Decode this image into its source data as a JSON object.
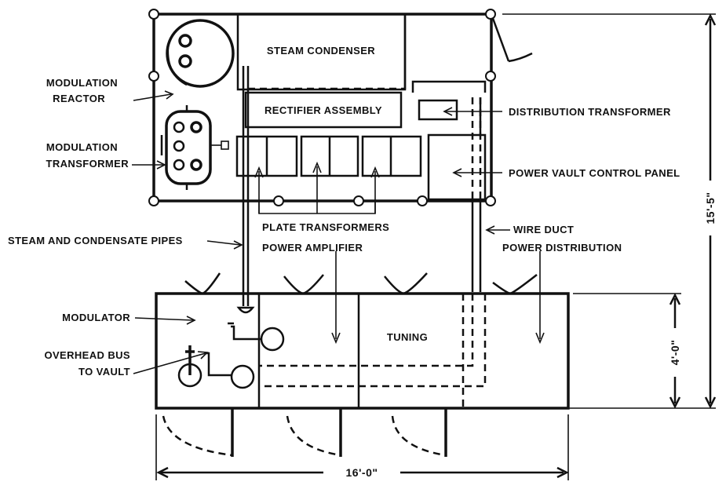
{
  "labels": {
    "steam_condenser": "STEAM CONDENSER",
    "rectifier_assembly": "RECTIFIER ASSEMBLY",
    "modulation_reactor_1": "MODULATION",
    "modulation_reactor_2": "REACTOR",
    "modulation_transformer_1": "MODULATION",
    "modulation_transformer_2": "TRANSFORMER",
    "distribution_transformer": "DISTRIBUTION TRANSFORMER",
    "power_vault_control_panel": "POWER VAULT CONTROL PANEL",
    "plate_transformers": "PLATE TRANSFORMERS",
    "wire_duct": "WIRE DUCT",
    "steam_condensate_pipes": "STEAM AND CONDENSATE PIPES",
    "power_amplifier": "POWER AMPLIFIER",
    "power_distribution": "POWER DISTRIBUTION",
    "modulator": "MODULATOR",
    "overhead_bus_1": "OVERHEAD BUS",
    "overhead_bus_2": "TO VAULT",
    "tuning": "TUNING"
  },
  "dimensions": {
    "height_total": "15'-5\"",
    "height_lower": "4'-0\"",
    "width": "16'-0\""
  }
}
